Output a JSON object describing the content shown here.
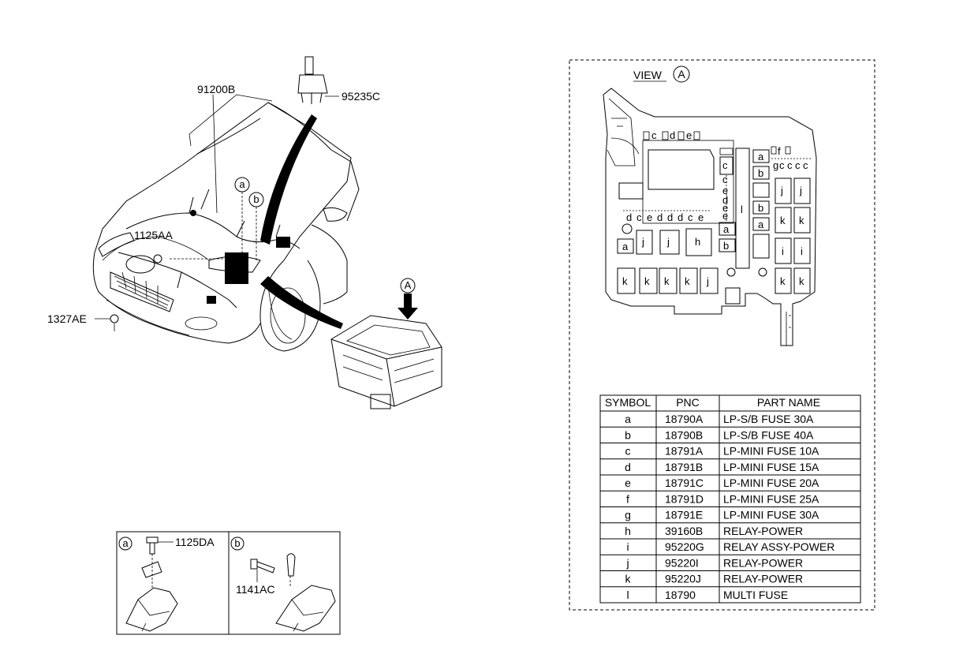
{
  "callouts": {
    "harness": "91200B",
    "relay_bracket": "95235C",
    "bolt_main": "1125AA",
    "nut": "1327AE",
    "view_marker": "A"
  },
  "detail": {
    "marker_a": "a",
    "marker_b": "b",
    "bolt_a": "1125DA",
    "bolt_b": "1141AC"
  },
  "fuse_view": {
    "title": "VIEW",
    "marker": "A",
    "top_labels": [
      "c",
      "d",
      "e"
    ],
    "right_top_labels": [
      "f",
      "g",
      "c",
      "c",
      "c",
      "c"
    ],
    "column_labels": [
      "c",
      "c",
      "e",
      "d",
      "e",
      "e"
    ],
    "lower_row_labels": [
      "d",
      "c",
      "e",
      "d",
      "d",
      "d",
      "c",
      "e"
    ],
    "slots": {
      "a": "a",
      "b": "b",
      "h": "h",
      "i": "i",
      "j": "j",
      "k": "k",
      "l": "l"
    }
  },
  "table": {
    "headers": [
      "SYMBOL",
      "PNC",
      "PART NAME"
    ],
    "rows": [
      [
        "a",
        "18790A",
        "LP-S/B FUSE 30A"
      ],
      [
        "b",
        "18790B",
        "LP-S/B FUSE 40A"
      ],
      [
        "c",
        "18791A",
        "LP-MINI FUSE 10A"
      ],
      [
        "d",
        "18791B",
        "LP-MINI FUSE 15A"
      ],
      [
        "e",
        "18791C",
        "LP-MINI FUSE 20A"
      ],
      [
        "f",
        "18791D",
        "LP-MINI FUSE 25A"
      ],
      [
        "g",
        "18791E",
        "LP-MINI FUSE 30A"
      ],
      [
        "h",
        "39160B",
        "RELAY-POWER"
      ],
      [
        "i",
        "95220G",
        "RELAY ASSY-POWER"
      ],
      [
        "j",
        "95220I",
        "RELAY-POWER"
      ],
      [
        "k",
        "95220J",
        "RELAY-POWER"
      ],
      [
        "l",
        "18790",
        "MULTI FUSE"
      ]
    ]
  }
}
